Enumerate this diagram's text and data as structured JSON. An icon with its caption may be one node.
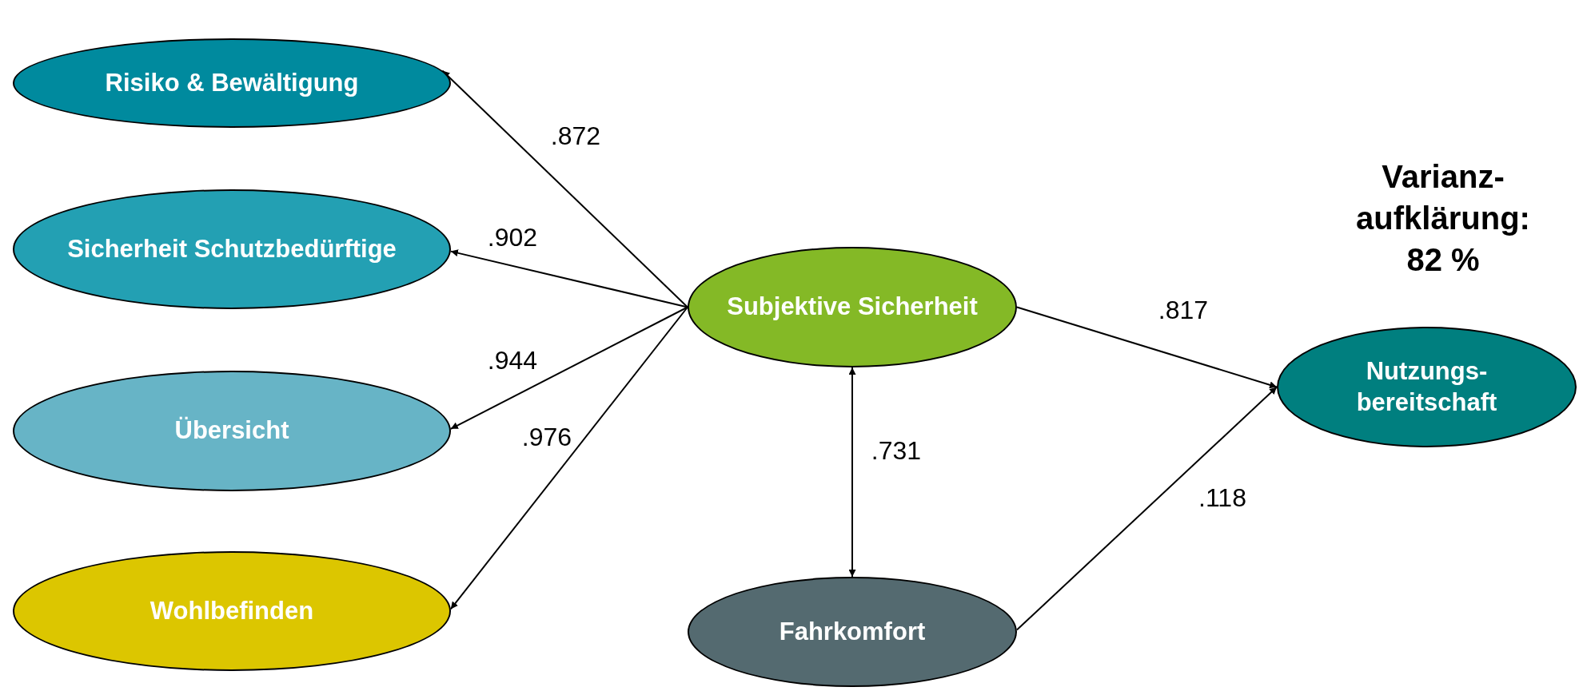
{
  "diagram": {
    "nodes": [
      {
        "text": [
          "Risiko & Bewältigung"
        ]
      },
      {
        "text": [
          "Sicherheit Schutzbedürftige"
        ]
      },
      {
        "text": [
          "Übersicht"
        ]
      },
      {
        "text": [
          "Wohlbefinden"
        ]
      },
      {
        "text": [
          "Subjektive Sicherheit"
        ]
      },
      {
        "text": [
          "Fahrkomfort"
        ]
      },
      {
        "text": [
          "Nutzungs- bereitschaft"
        ]
      }
    ],
    "edges": [
      {
        "from": 4,
        "to": 0,
        "arrow": "to",
        "label": ".872"
      },
      {
        "from": 4,
        "to": 1,
        "arrow": "to",
        "label": ".902"
      },
      {
        "from": 4,
        "to": 2,
        "arrow": "to",
        "label": ".944"
      },
      {
        "from": 4,
        "to": 3,
        "arrow": "to",
        "label": ".976"
      },
      {
        "from": 4,
        "to": 6,
        "arrow": "to",
        "label": ".817"
      },
      {
        "from": 4,
        "to": 5,
        "arrow": "both",
        "label": ".731"
      },
      {
        "from": 5,
        "to": 6,
        "arrow": "to",
        "label": ".118"
      }
    ],
    "labels": [
      "Varianz- aufklärung: 82 %"
    ]
  }
}
